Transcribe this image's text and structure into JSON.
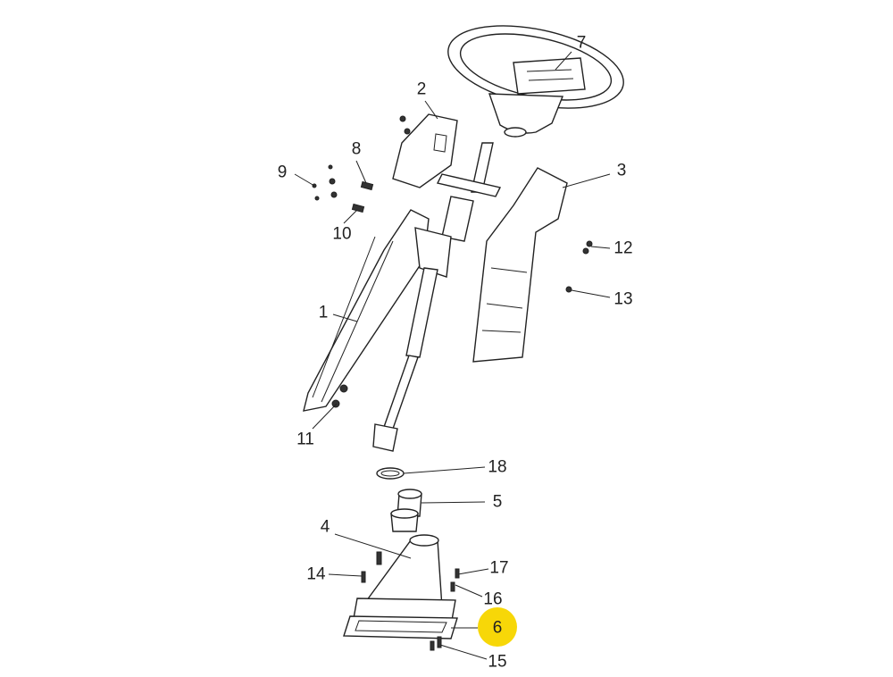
{
  "diagram": {
    "title": "Steering column assembly exploded view",
    "highlight_color": "#f7d708",
    "highlighted_callout": "6",
    "callouts": [
      "1",
      "2",
      "3",
      "4",
      "5",
      "6",
      "7",
      "8",
      "9",
      "10",
      "11",
      "12",
      "13",
      "14",
      "15",
      "16",
      "17",
      "18"
    ]
  }
}
